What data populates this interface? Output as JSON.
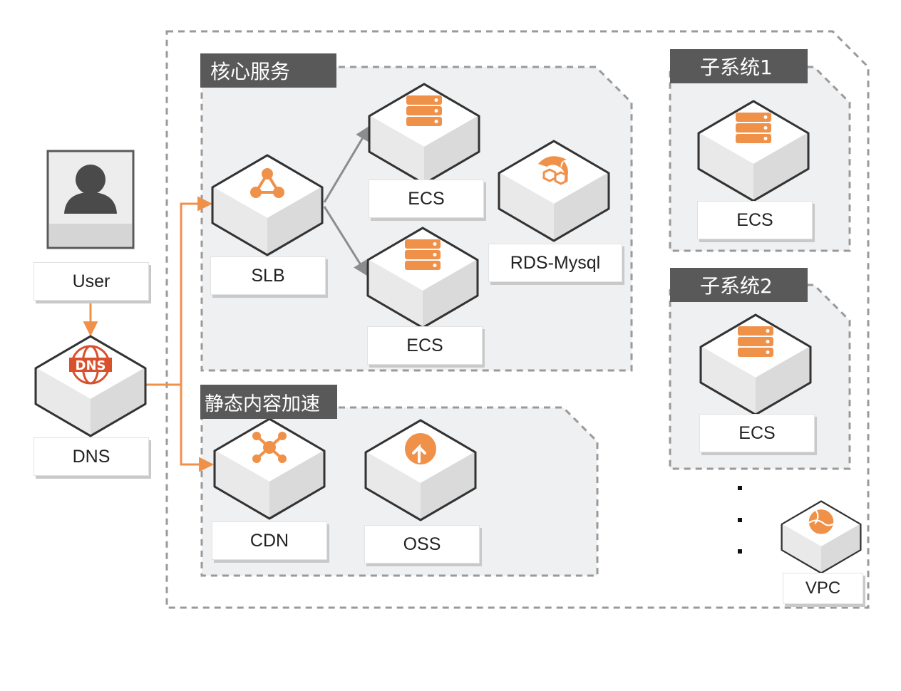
{
  "groups": {
    "core": "核心服务",
    "static": "静态内容加速",
    "sub1": "子系统1",
    "sub2": "子系统2"
  },
  "nodes": {
    "user": "User",
    "dns": "DNS",
    "dns_badge": "DNS",
    "slb": "SLB",
    "ecs_top": "ECS",
    "ecs_bottom": "ECS",
    "rds": "RDS-Mysql",
    "cdn": "CDN",
    "oss": "OSS",
    "sub1_ecs": "ECS",
    "sub2_ecs": "ECS",
    "vpc": "VPC"
  },
  "colors": {
    "accent": "#F0914A",
    "gray_title": "#595959",
    "zone_fill": "#EEF0F2",
    "dash": "#9A9A9A"
  }
}
